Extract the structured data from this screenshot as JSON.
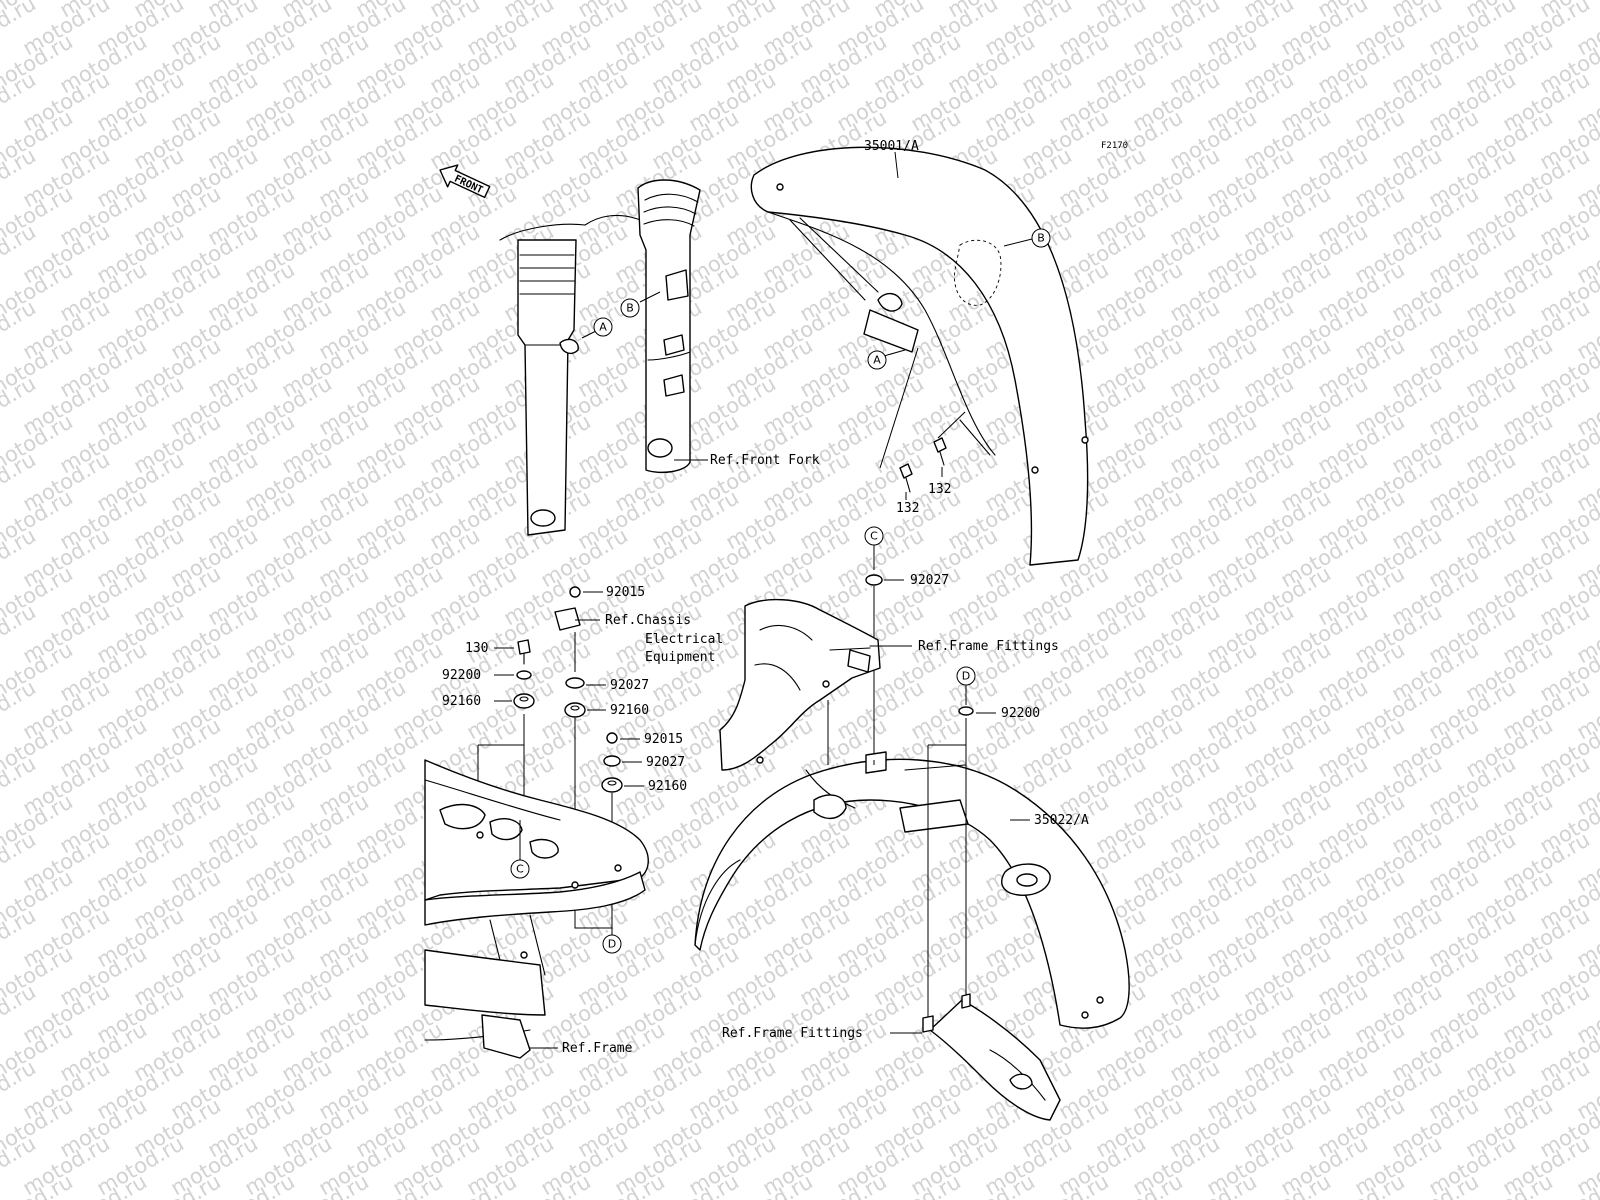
{
  "diagram_id": "F2170",
  "front_arrow_label": "FRONT",
  "watermark": "motod.ru",
  "parts": {
    "front_fender": "35001/A",
    "rear_fender": "35022/A",
    "bolt_front_a": "132",
    "bolt_front_b": "132",
    "bolt_rear": "130",
    "nut_a": "92015",
    "nut_b": "92015",
    "collar_a": "92027",
    "collar_b": "92027",
    "collar_c": "92027",
    "grommet_a": "92160",
    "grommet_b": "92160",
    "grommet_c": "92160",
    "washer_a": "92200",
    "washer_b": "92200"
  },
  "refs": {
    "front_fork": "Ref.Front Fork",
    "chassis_line1": "Ref.Chassis",
    "chassis_line2": "Electrical",
    "chassis_line3": "Equipment",
    "frame_fittings_top": "Ref.Frame Fittings",
    "frame_fittings_bottom": "Ref.Frame Fittings",
    "frame": "Ref.Frame"
  },
  "callouts": {
    "a_fork": "A",
    "b_fork": "B",
    "a_fender": "A",
    "b_fender": "B",
    "c_top": "C",
    "c_frame": "C",
    "d_top": "D",
    "d_frame": "D"
  }
}
